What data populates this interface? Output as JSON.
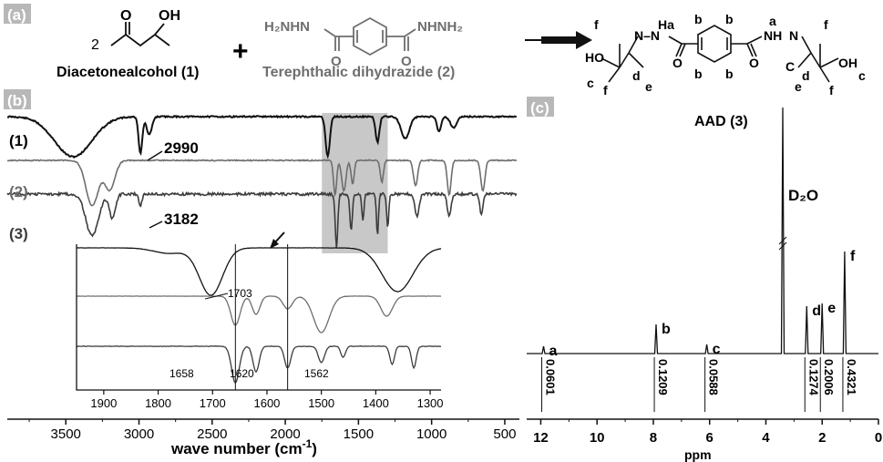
{
  "panel_labels": {
    "a": "(a)",
    "b": "(b)",
    "c": "(c)"
  },
  "reaction": {
    "coefficient": "2",
    "reactant1_name": "Diacetonealcohol (1)",
    "plus": "+",
    "reactant2_name": "Terephthalic dihydrazide (2)",
    "product_name": "AAD  (3)",
    "atoms": {
      "O": "O",
      "OH": "OH",
      "HO": "HO",
      "H2NHN": "H₂NHN",
      "NHNH2": "NHNH₂",
      "NN": "N–N",
      "NH": "NH",
      "N": "N",
      "C": "C",
      "Ha": "Ha",
      "a": "a"
    },
    "site_labels": {
      "a": "a",
      "b": "b",
      "c": "c",
      "d": "d",
      "e": "e",
      "f": "f"
    }
  },
  "colors": {
    "series1": "#111111",
    "series2": "#6e6e6e",
    "series3": "#3c3c3c",
    "highlight": "#c8c8c8",
    "panel_label_bg": "#b8b8b8"
  },
  "chart_data": [
    {
      "type": "line",
      "panel": "(b)",
      "xlabel": "wave number (cm",
      "xlabel_sup": "-1",
      "xlabel_close": ")",
      "xlim": [
        3900,
        400
      ],
      "xticks": [
        3500,
        3000,
        2500,
        2000,
        1500,
        1000,
        500
      ],
      "series": [
        {
          "name": "(1)"
        },
        {
          "name": "(2)"
        },
        {
          "name": "(3)"
        }
      ],
      "annotations": [
        "2990",
        "3182"
      ],
      "highlight_range": [
        1750,
        1300
      ],
      "inset": {
        "xlim": [
          1950,
          1280
        ],
        "xticks": [
          1900,
          1800,
          1700,
          1600,
          1500,
          1400,
          1300
        ],
        "annotations": [
          "1703",
          "1658",
          "1620",
          "1562"
        ],
        "vlines": [
          1658,
          1562
        ]
      }
    },
    {
      "type": "line",
      "panel": "(c)",
      "xlabel": "ppm",
      "xlim": [
        12.5,
        0
      ],
      "xticks": [
        12,
        10,
        8,
        6,
        4,
        2,
        0
      ],
      "peaks": [
        {
          "label": "a",
          "ppm": 11.9,
          "integral": "0.0601"
        },
        {
          "label": "b",
          "ppm": 7.9,
          "integral": "0.1209"
        },
        {
          "label": "c",
          "ppm": 6.1,
          "integral": "0.0588"
        },
        {
          "label": "D₂O",
          "ppm": 3.4
        },
        {
          "label": "d",
          "ppm": 2.55,
          "integral": "0.1274"
        },
        {
          "label": "e",
          "ppm": 2.0,
          "integral": "0.2006"
        },
        {
          "label": "f",
          "ppm": 1.2,
          "integral": "0.4321"
        }
      ]
    }
  ]
}
